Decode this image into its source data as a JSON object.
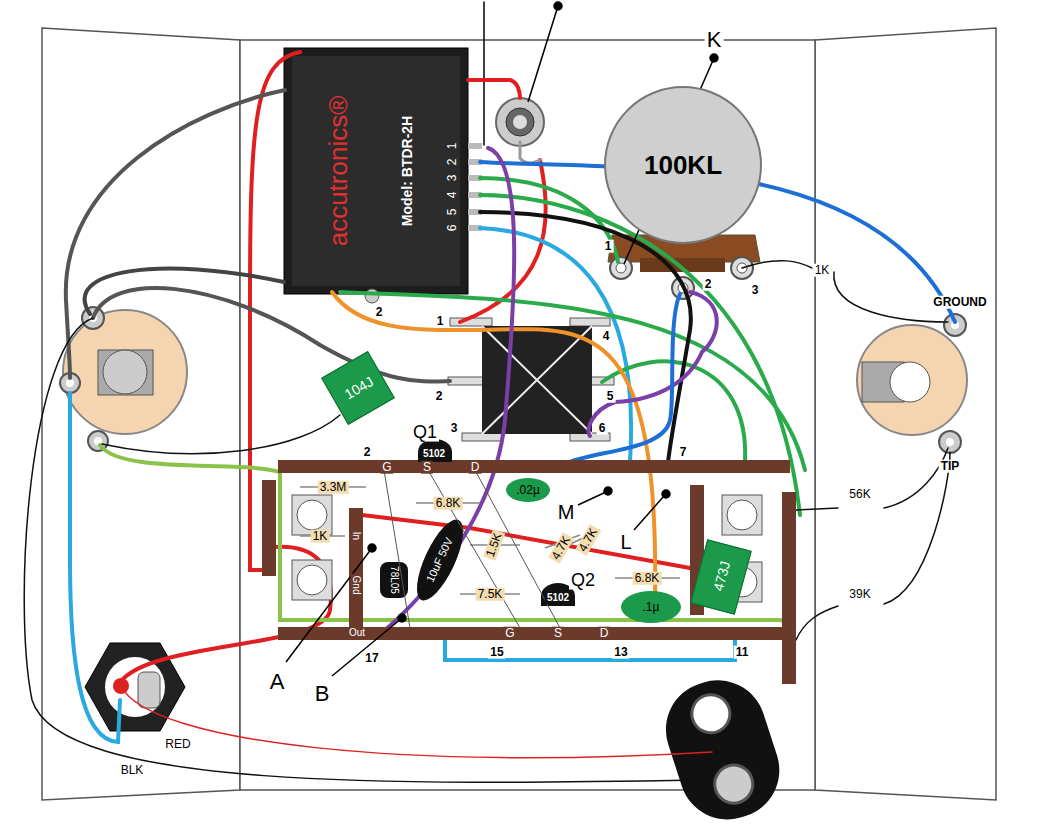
{
  "diagram": {
    "nodes": [
      {
        "text": [
          "accutronics®",
          "Model: BTDR-2H"
        ]
      },
      {
        "text": [
          "100KL"
        ]
      },
      {
        "text": [
          "104J"
        ]
      },
      {
        "text": [
          "473J"
        ]
      }
    ],
    "labels": [
      "K",
      "1",
      "2",
      "3",
      "6",
      "5",
      "4",
      "3",
      "2",
      "1",
      "2",
      "1",
      "4",
      "2",
      "5",
      "3",
      "6",
      "GROUND",
      "TIP",
      "1K",
      "56K",
      "39K",
      "Q1",
      "5102",
      "G",
      "S",
      "D",
      "7",
      "3.3M",
      "6.8K",
      ".02µ",
      "M",
      "1.5K",
      "10uF 50V",
      "4.7K",
      "4.7K",
      "L",
      "1K",
      "In",
      "Gnd",
      "78L05",
      "Q2",
      "6.8K",
      "7.5K",
      "5102",
      ".1µ",
      "G",
      "S",
      "D",
      "Out",
      "17",
      "15",
      "13",
      "11",
      "A",
      "B",
      "RED",
      "BLK",
      "2"
    ]
  }
}
